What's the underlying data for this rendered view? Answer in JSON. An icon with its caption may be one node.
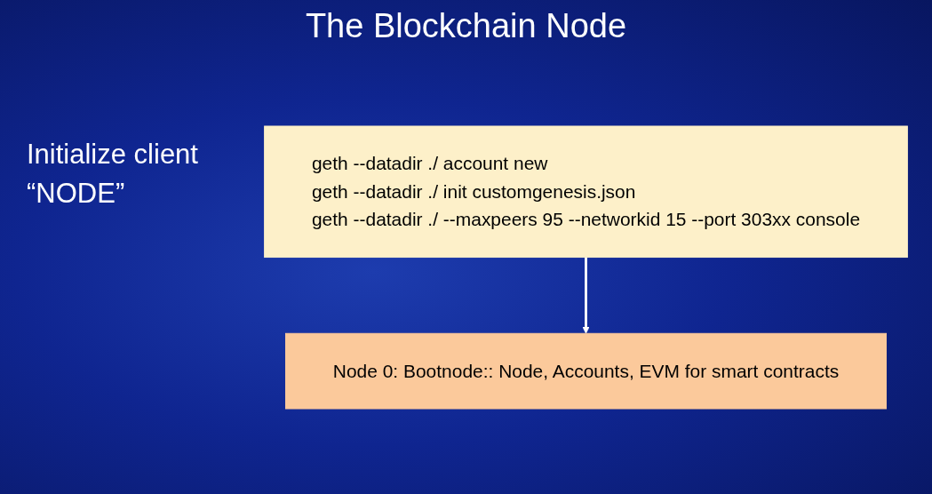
{
  "diagram": {
    "title": "The Blockchain Node",
    "nodes": [
      {
        "text": [
          "geth --datadir ./ account new",
          "geth --datadir ./ init customgenesis.json",
          "geth --datadir ./ --maxpeers 95 --networkid 15 --port 303xx console"
        ]
      },
      {
        "text": [
          "Node 0: Bootnode:: Node, Accounts, EVM for smart contracts"
        ]
      }
    ],
    "edges": [
      {
        "from": 0,
        "to": 1,
        "arrow": "to"
      }
    ],
    "labels": [
      "Initialize client “NODE”"
    ]
  }
}
